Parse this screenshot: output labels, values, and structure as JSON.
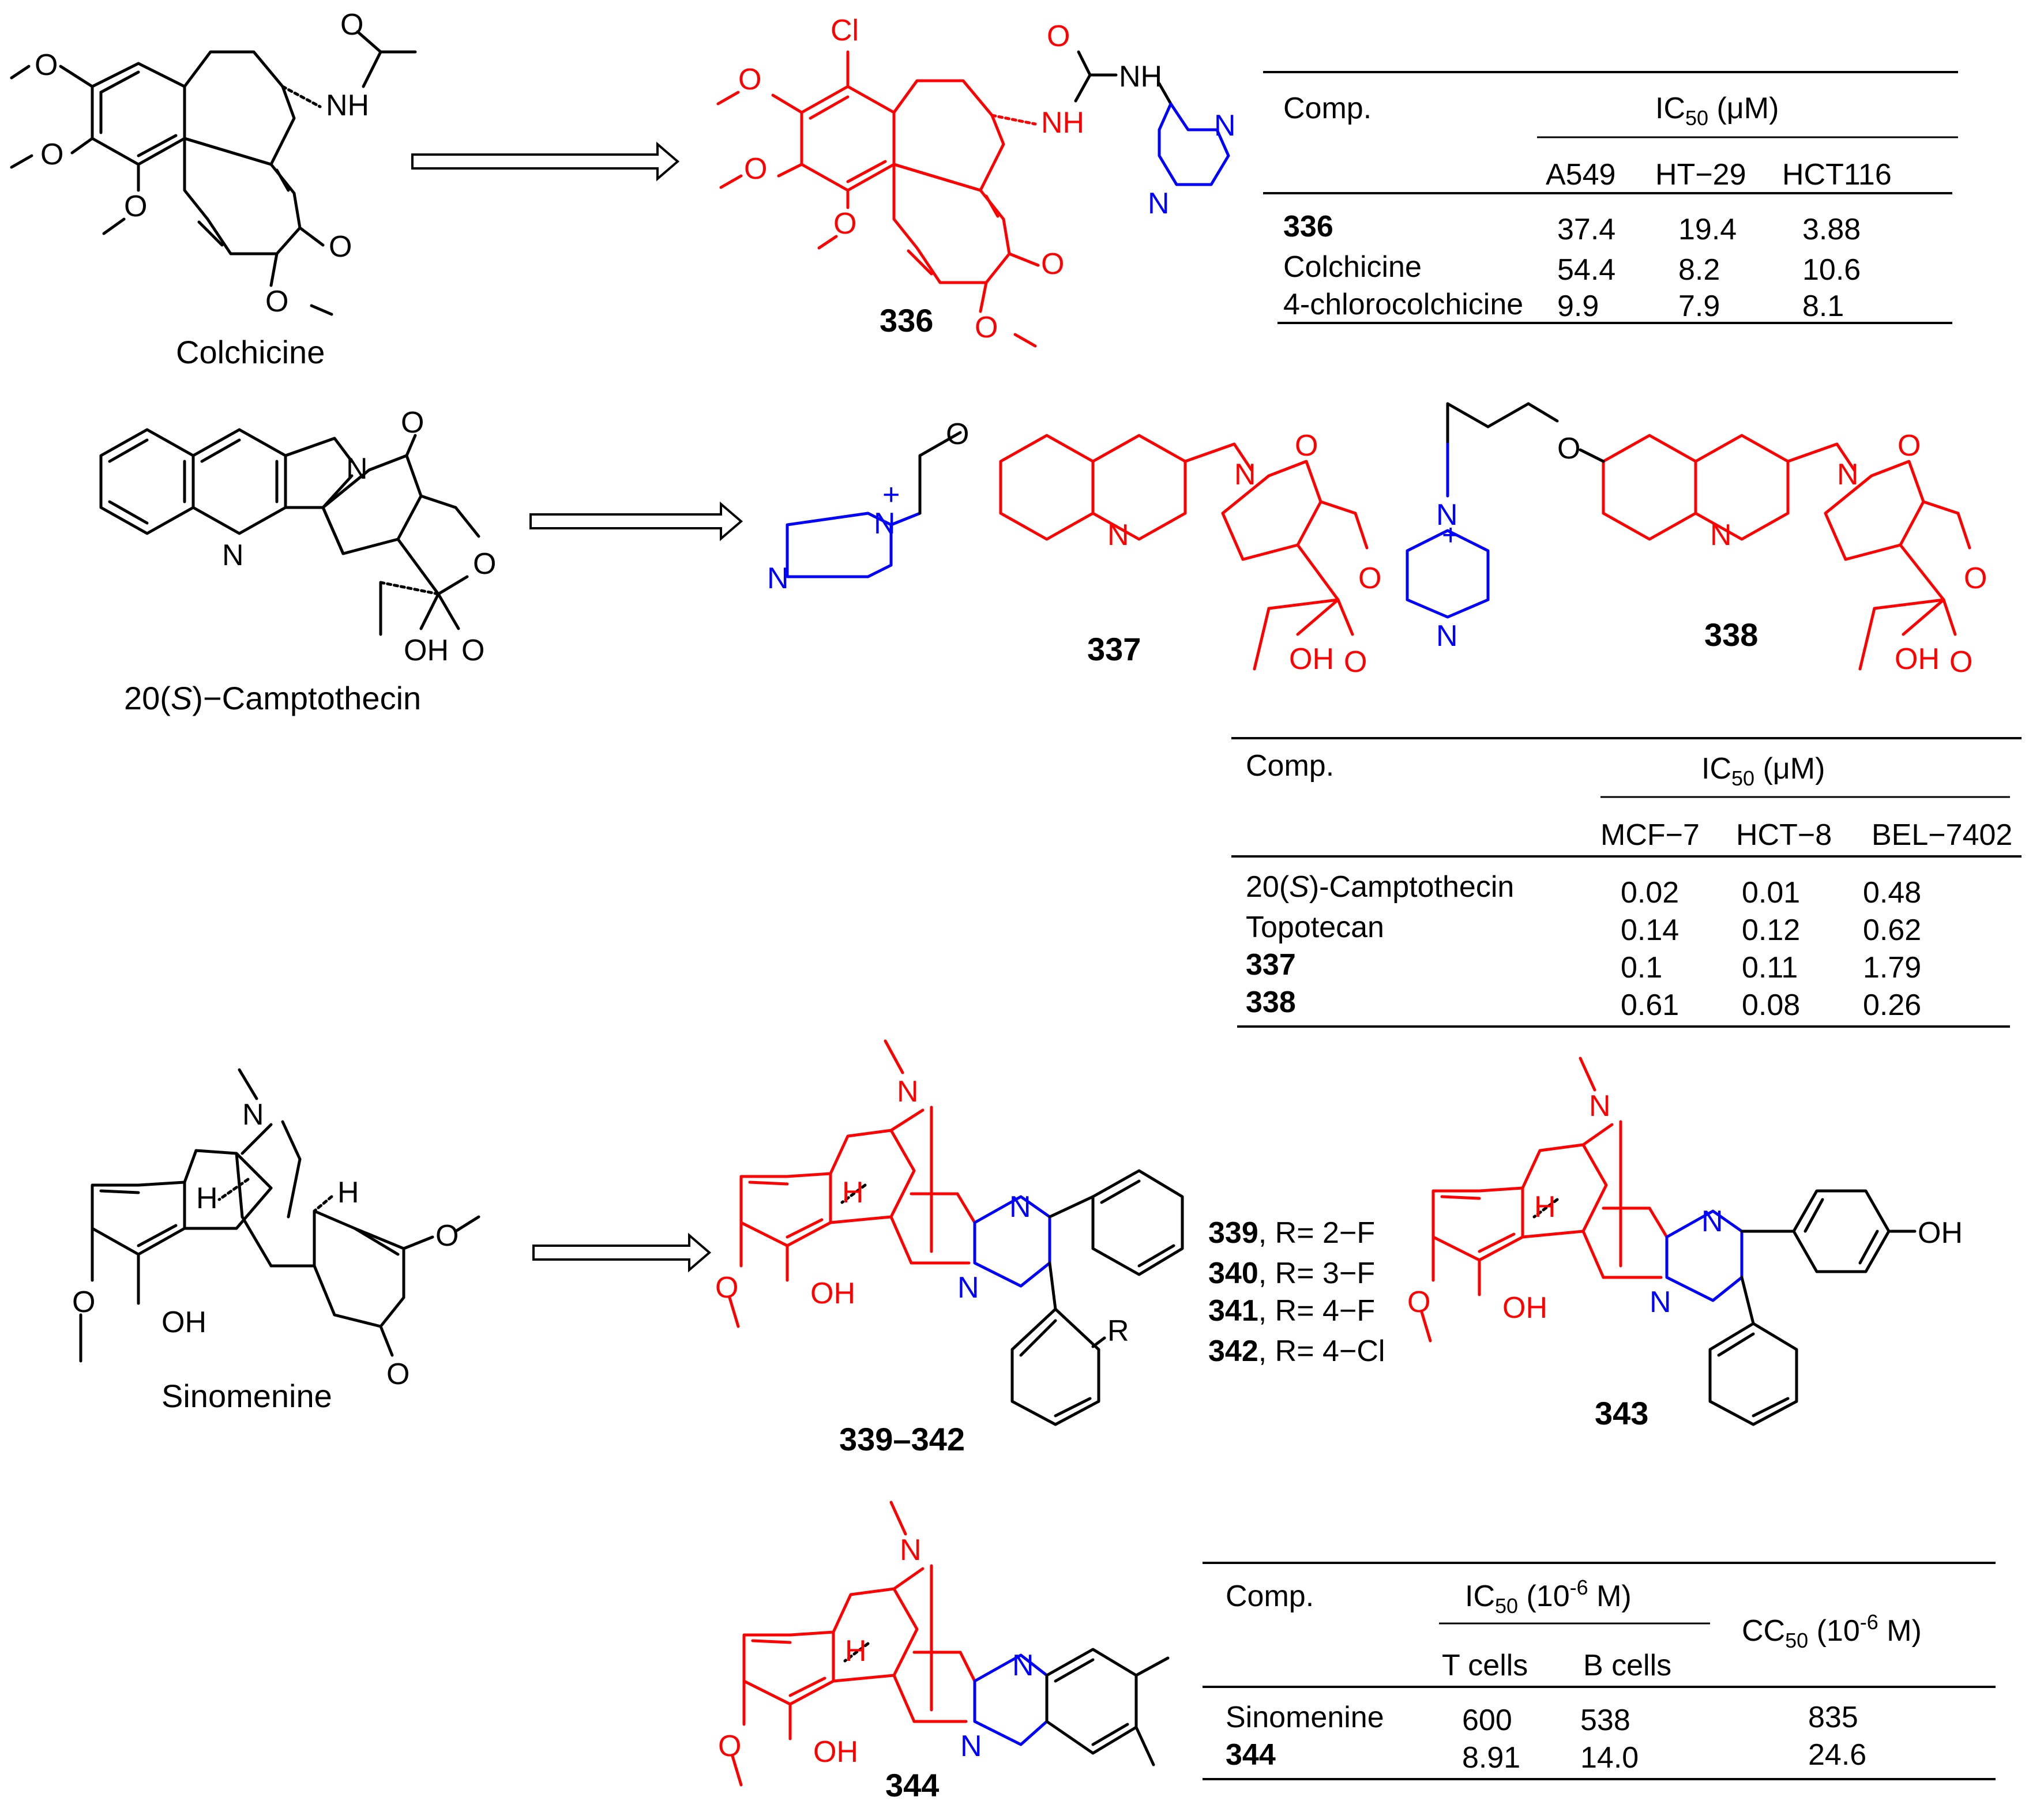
{
  "compounds": {
    "colchicine": "Colchicine",
    "camptothecin_pre": "20(",
    "camptothecin_s": "S",
    "camptothecin_post": ")−Camptothecin",
    "sinomenine": "Sinomenine",
    "c336": "336",
    "c337": "337",
    "c338": "338",
    "c339_342": "339–342",
    "c343": "343",
    "c344": "344"
  },
  "atoms": {
    "O": "O",
    "N": "N",
    "NH": "NH",
    "H": "H",
    "OH": "OH",
    "Cl": "Cl",
    "plus": "+",
    "R": "R"
  },
  "r_groups": [
    {
      "num": "339",
      "text": ", R= 2−F"
    },
    {
      "num": "340",
      "text": ", R= 3−F"
    },
    {
      "num": "341",
      "text": ", R= 4−F"
    },
    {
      "num": "342",
      "text": ", R= 4−Cl"
    }
  ],
  "table1": {
    "comp": "Comp.",
    "ic50": "IC",
    "ic50_sub": "50",
    "ic50_unit": " (μM)",
    "columns": [
      "A549",
      "HT−29",
      "HCT116"
    ],
    "rows": [
      {
        "name": "336",
        "bold": true,
        "values": [
          "37.4",
          "19.4",
          "3.88"
        ]
      },
      {
        "name": "Colchicine",
        "bold": false,
        "values": [
          "54.4",
          "8.2",
          "10.6"
        ]
      },
      {
        "name": "4-chlorocolchicine",
        "bold": false,
        "values": [
          "9.9",
          "7.9",
          "8.1"
        ]
      }
    ]
  },
  "table2": {
    "comp": "Comp.",
    "ic50": "IC",
    "ic50_sub": "50",
    "ic50_unit": " (μM)",
    "columns": [
      "MCF−7",
      "HCT−8",
      "BEL−7402"
    ],
    "rows": [
      {
        "name_pre": "20(",
        "name_s": "S",
        "name_post": ")-Camptothecin",
        "bold": false,
        "values": [
          "0.02",
          "0.01",
          "0.48"
        ]
      },
      {
        "name_pre": "Topotecan",
        "name_s": "",
        "name_post": "",
        "bold": false,
        "values": [
          "0.14",
          "0.12",
          "0.62"
        ]
      },
      {
        "name_pre": "337",
        "name_s": "",
        "name_post": "",
        "bold": true,
        "values": [
          "0.1",
          "0.11",
          "1.79"
        ]
      },
      {
        "name_pre": "338",
        "name_s": "",
        "name_post": "",
        "bold": true,
        "values": [
          "0.61",
          "0.08",
          "0.26"
        ]
      }
    ]
  },
  "table3": {
    "comp": "Comp.",
    "ic50": "IC",
    "ic50_sub": "50",
    "ic50_unit": " (10",
    "exp": "-6",
    "unit_tail": " M)",
    "cc50": "CC",
    "cc50_sub": "50",
    "cc50_unit": " (10",
    "cc50_exp": "-6",
    "cc50_tail": " M)",
    "columns": [
      "T cells",
      "B cells"
    ],
    "rows": [
      {
        "name": "Sinomenine",
        "bold": false,
        "values": [
          "600",
          "538",
          "835"
        ]
      },
      {
        "name": "344",
        "bold": true,
        "values": [
          "8.91",
          "14.0",
          "24.6"
        ]
      }
    ]
  }
}
